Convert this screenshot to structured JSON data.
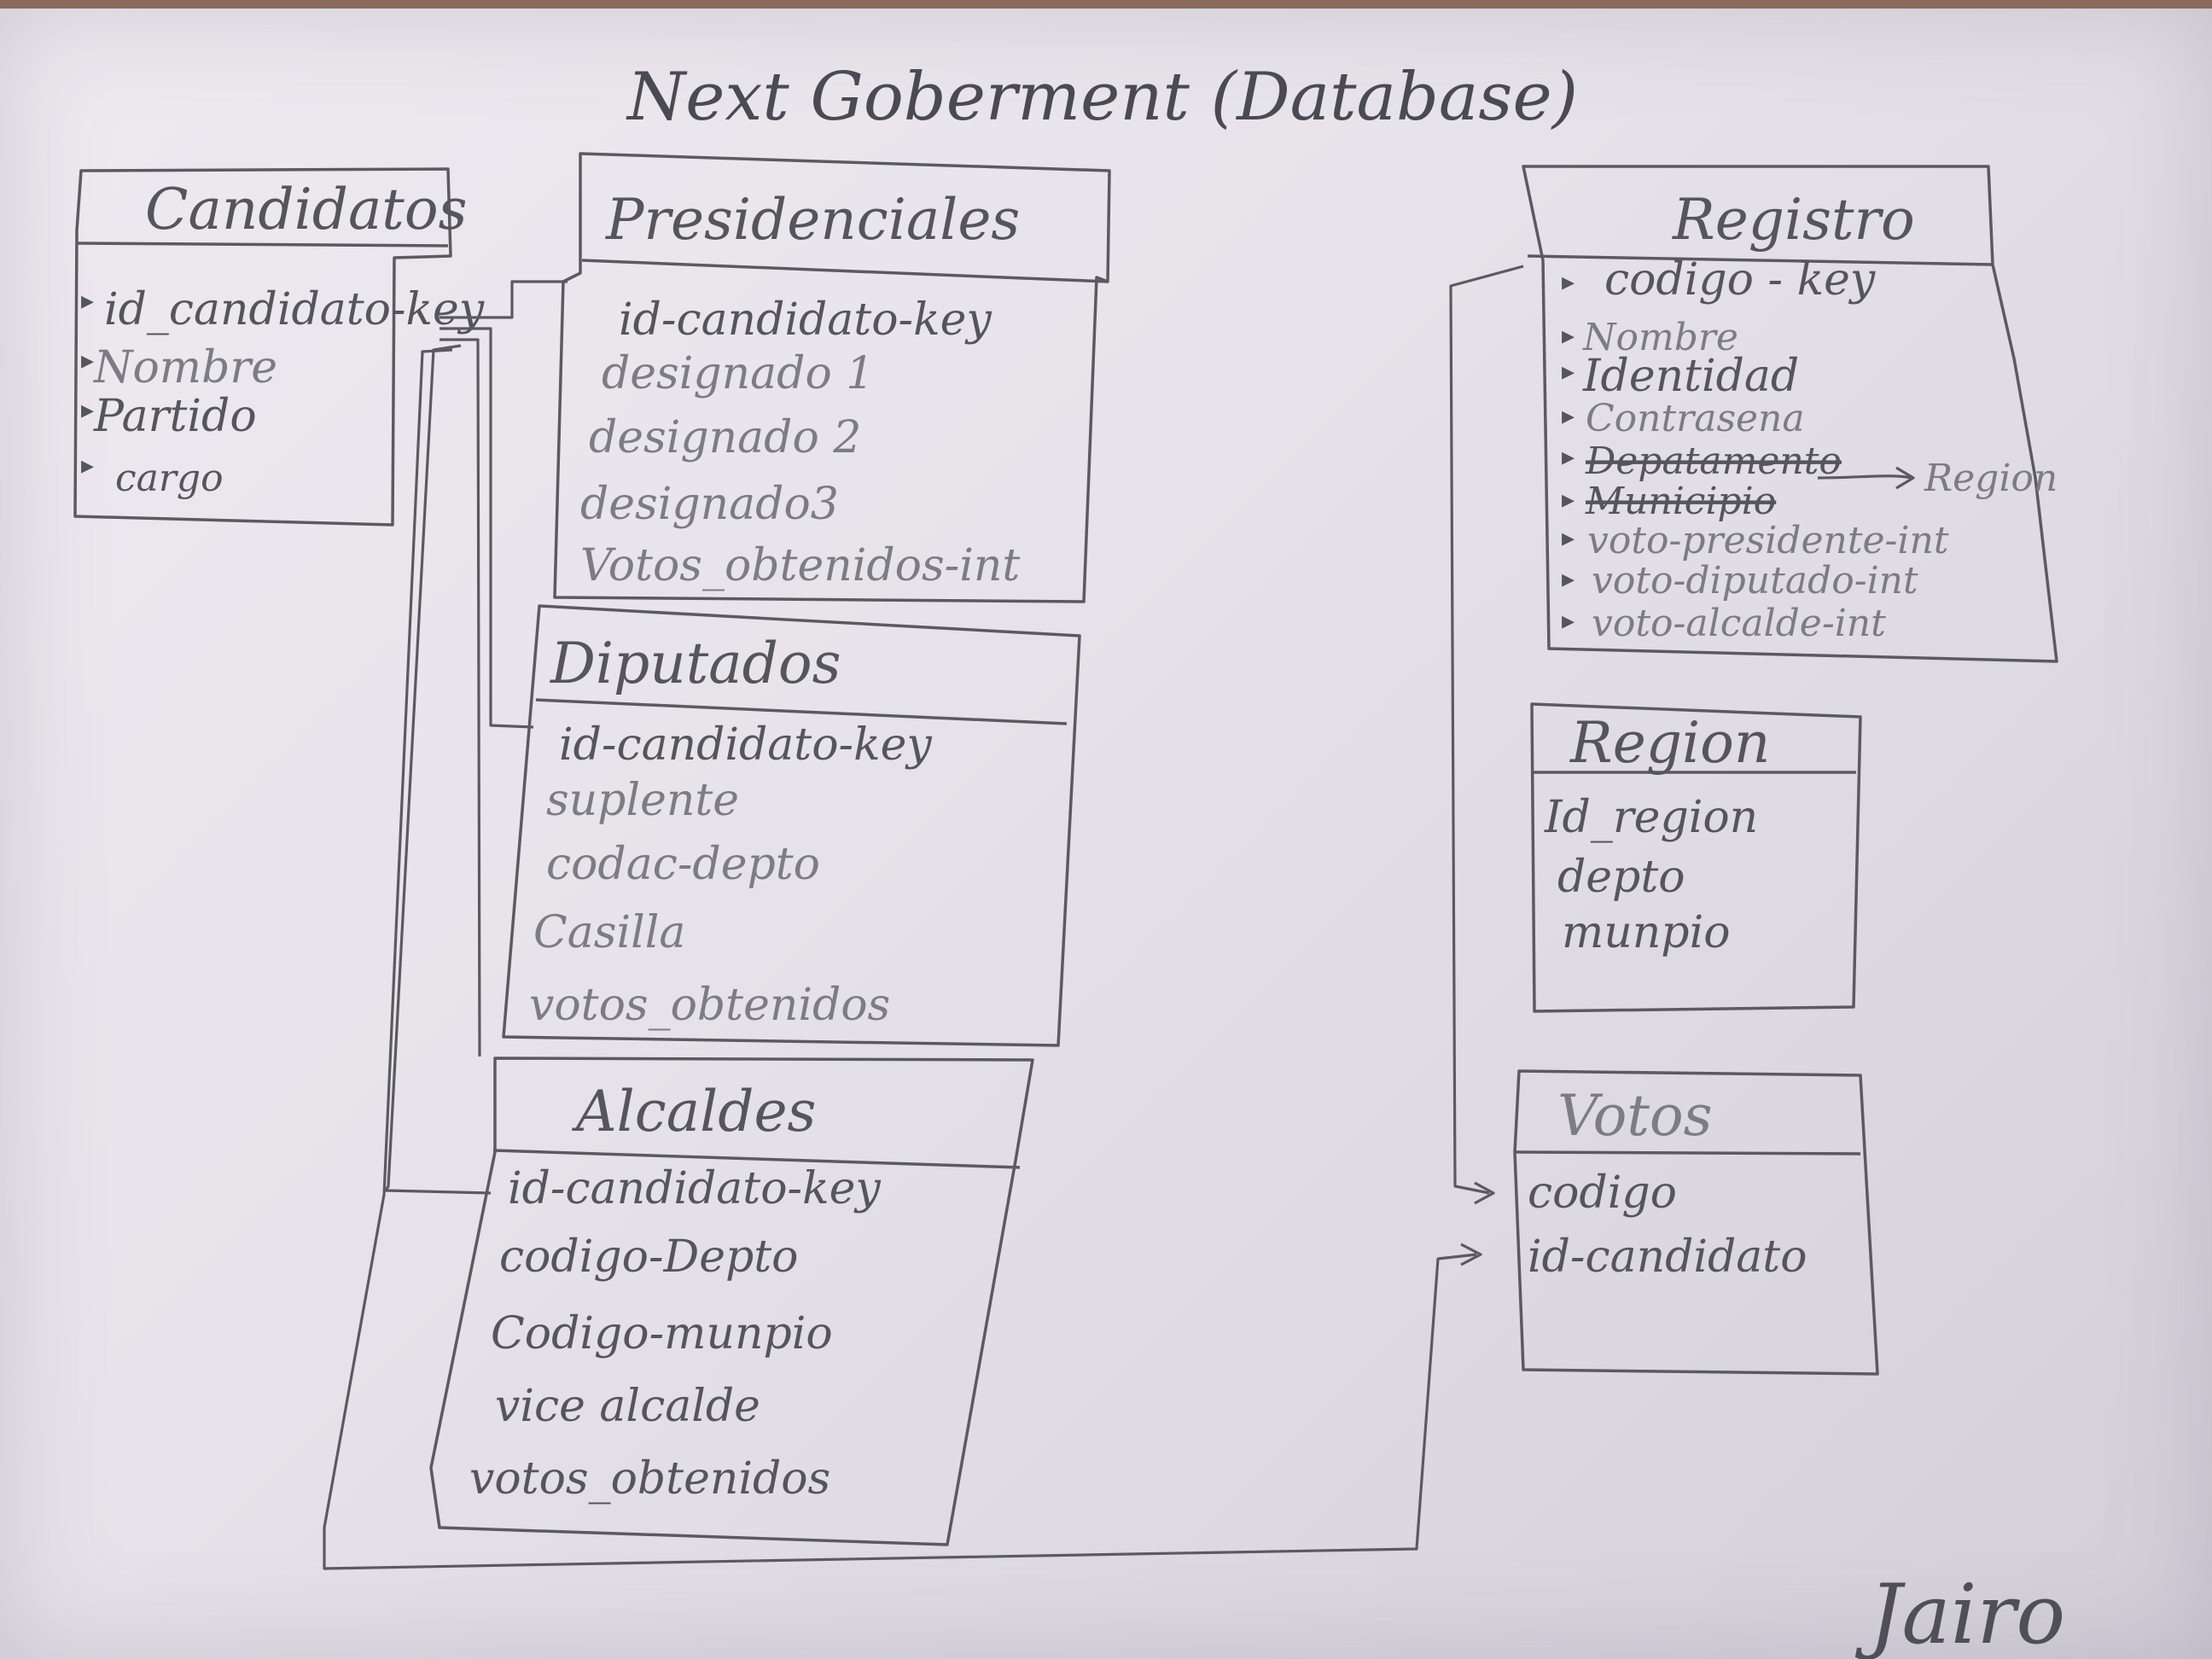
{
  "title": "Next Goberment (Database)",
  "tables": {
    "candidatos": {
      "name": "Candidatos",
      "fields": [
        "id_candidato-key",
        "Nombre",
        "Partido",
        "cargo"
      ]
    },
    "presidenciales": {
      "name": "Presidenciales",
      "fields": [
        "id-candidato-key",
        "designado 1",
        "designado 2",
        "designado3",
        "Votos_obtenidos-int"
      ]
    },
    "diputados": {
      "name": "Diputados",
      "fields": [
        "id-candidato-key",
        "suplente",
        "codac-depto",
        "Casilla",
        "votos_obtenidos"
      ]
    },
    "alcaldes": {
      "name": "Alcaldes",
      "fields": [
        "id-candidato-key",
        "codigo-Depto",
        "Codigo-munpio",
        "vice alcalde",
        "votos_obtenidos"
      ]
    },
    "registro": {
      "name": "Registro",
      "fields": [
        "codigo - key",
        "Nombre",
        "Identidad",
        "Contrasena",
        "Depatamento",
        "Municipio",
        "voto-presidente-int",
        "voto-diputado-int",
        "voto-alcalde-int"
      ],
      "annotation": "Region"
    },
    "region": {
      "name": "Region",
      "fields": [
        "Id_region",
        "depto",
        "munpio"
      ]
    },
    "votos": {
      "name": "Votos",
      "fields": [
        "codigo",
        "id-candidato"
      ]
    }
  },
  "signature": "Jairo"
}
